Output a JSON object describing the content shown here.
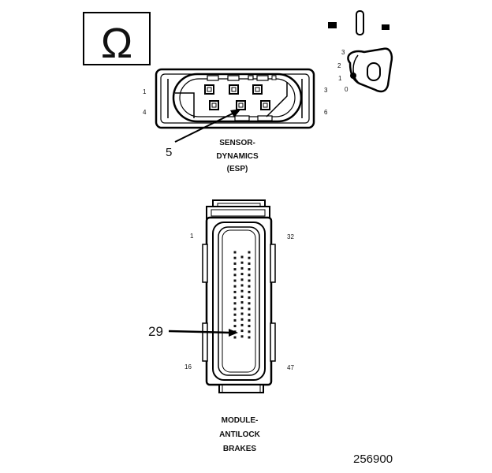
{
  "omega_symbol": "Ω",
  "sensor": {
    "pin_labels": {
      "top_left": "1",
      "bottom_left": "4",
      "top_right": "3",
      "bottom_right": "6"
    },
    "callout": "5",
    "title_lines": [
      "SENSOR-",
      "DYNAMICS",
      "(ESP)"
    ]
  },
  "ignition": {
    "positions": [
      "3",
      "2",
      "1",
      "0"
    ]
  },
  "abs": {
    "pin_labels": {
      "top_left": "1",
      "top_right": "32",
      "bottom_left": "16",
      "bottom_right": "47"
    },
    "callout": "29",
    "title_lines": [
      "MODULE-",
      "ANTILOCK",
      "BRAKES"
    ]
  },
  "figure_number": "256900"
}
